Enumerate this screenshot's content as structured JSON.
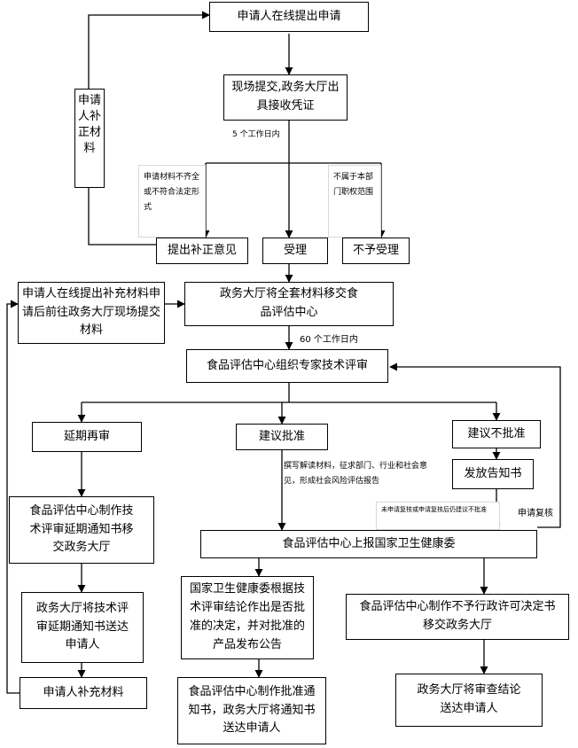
{
  "nodes": {
    "apply_online": "申请人在线提出申请",
    "onsite_submit": "现场提交,政务大厅出具接收凭证",
    "supplement_opinion": "提出补正意见",
    "accept": "受理",
    "not_accept": "不予受理",
    "supplement_material": "申请人补正材料",
    "apply_extension_online": "申请人在线提出补充材料申请后前往政务大厅现场提交材料",
    "transfer_to_center": "政务大厅将全套材料移交食品评估中心",
    "expert_review": "食品评估中心组织专家技术评审",
    "extend_review": "延期再审",
    "suggest_approve": "建议批准",
    "suggest_reject": "建议不批准",
    "issue_notice": "发放告知书",
    "extension_notice": "食品评估中心制作技术评审延期通知书移交政务大厅",
    "report_to_commission": "食品评估中心上报国家卫生健康委",
    "deliver_extension_notice": "政务大厅将技术评审延期通知书送达申请人",
    "commission_decision": "国家卫生健康委根据技术评审结论作出是否批准的决定，并对批准的产品发布公告",
    "reject_decision": "食品评估中心制作不予行政许可决定书移交政务大厅",
    "applicant_supplement": "申请人补充材料",
    "approval_notice": "食品评估中心制作批准通知书，政务大厅将通知书送达申请人",
    "deliver_review_result": "政务大厅将审查结论送达申请人"
  },
  "notes": {
    "five_days": "5 个工作日内",
    "incomplete": "申请材料不齐全或不符合法定形式",
    "out_of_scope": "不属于本部门职权范围",
    "sixty_days": "60 个工作日内",
    "drafting": "撰写解读材料，征求部门、行业和社会意见，形成社会风险评估报告",
    "no_recheck": "未申请复核或申请复核后仍建议不批准",
    "apply_recheck": "申请复核"
  }
}
